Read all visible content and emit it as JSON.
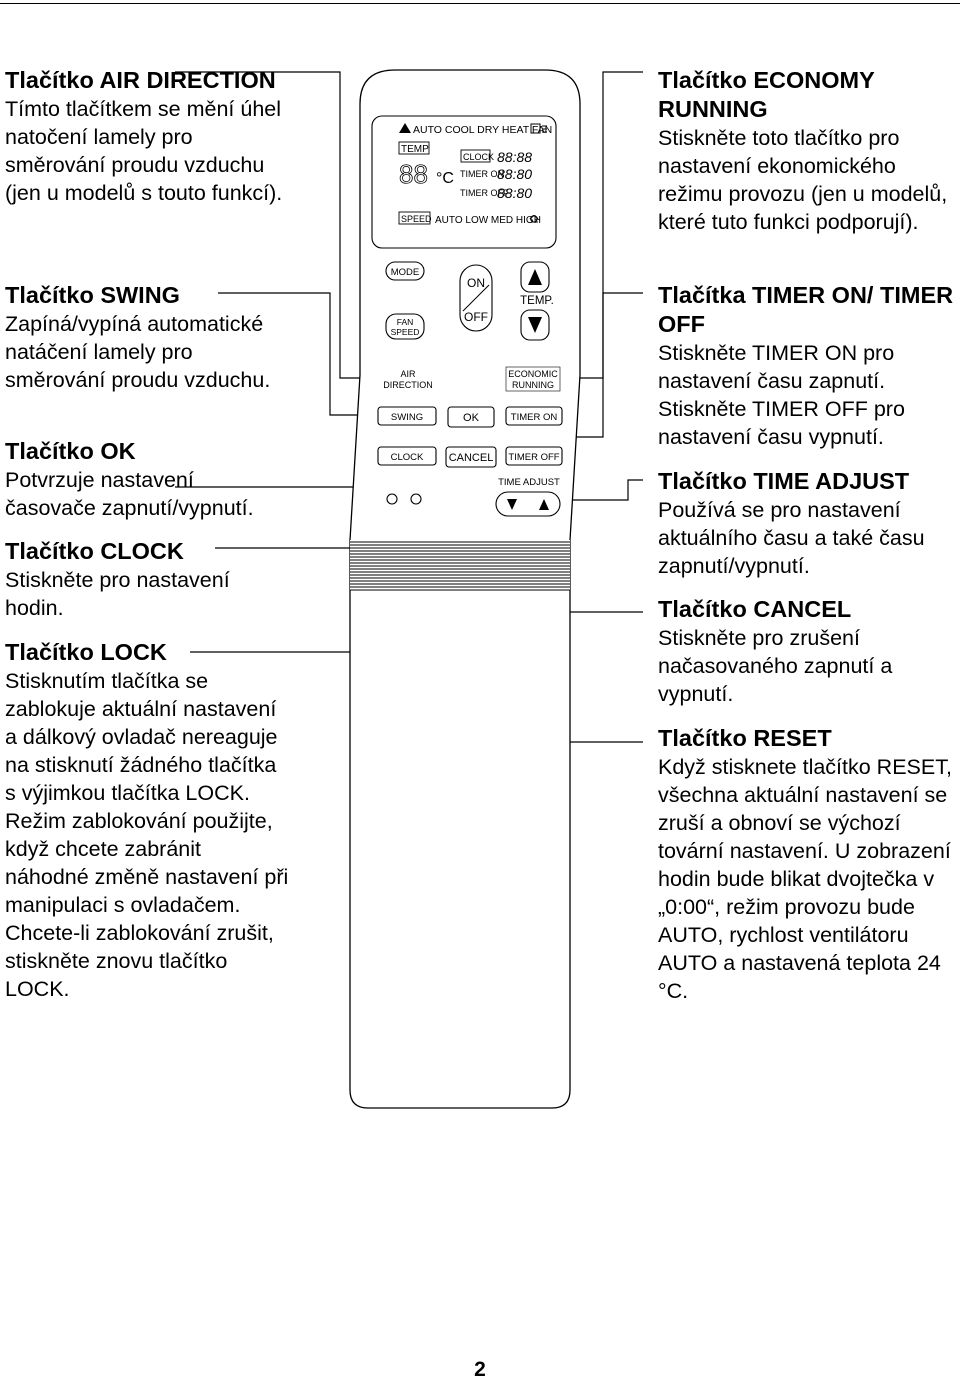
{
  "left": [
    {
      "title": "Tlačítko AIR DIRECTION",
      "body": "Tímto tlačítkem se mění úhel natočení lamely pro směrování proudu vzduchu (jen u modelů s touto funkcí)."
    },
    {
      "title": "Tlačítko SWING",
      "body": "Zapíná/vypíná automatické natáčení lamely pro směrování proudu vzduchu."
    },
    {
      "title": "Tlačítko OK",
      "body": "Potvrzuje nastavení časovače zapnutí/vypnutí."
    },
    {
      "title": "Tlačítko CLOCK",
      "body": "Stiskněte pro nastavení hodin."
    },
    {
      "title": "Tlačítko LOCK",
      "body": "Stisknutím tlačítka se zablokuje aktuální nastavení a dálkový ovladač nereaguje na stisknutí žádného tlačítka s výjimkou tlačítka LOCK. Režim zablokování použijte, když chcete zabránit náhodné změně nastavení při manipulaci s ovladačem. Chcete-li zablokování zrušit, stiskněte znovu tlačítko LOCK."
    }
  ],
  "right": [
    {
      "title": "Tlačítko ECONOMY RUNNING",
      "body": "Stiskněte toto tlačítko pro nastavení ekonomického režimu provozu (jen u modelů, které tuto funkci podporují)."
    },
    {
      "title": "Tlačítka TIMER ON/ TIMER OFF",
      "body": "Stiskněte TIMER ON pro nastavení času zapnutí. Stiskněte TIMER OFF pro nastavení času vypnutí."
    },
    {
      "title": "Tlačítko TIME ADJUST",
      "body": "Používá se pro nastavení aktuálního času a také času zapnutí/vypnutí."
    },
    {
      "title": "Tlačítko CANCEL",
      "body": "Stiskněte pro zrušení načasovaného zapnutí a vypnutí."
    },
    {
      "title": "Tlačítko RESET",
      "body": "Když stisknete tlačítko RESET, všechna aktuální nastavení se zruší a obnoví se výchozí tovární nastavení. U zobrazení hodin bude blikat dvojtečka v „0:00“, režim provozu bude AUTO, rychlost ventilátoru AUTO a nastavená teplota 24 °C."
    }
  ],
  "remote": {
    "display": {
      "modes": "AUTO COOL DRY HEAT FAN",
      "temp_label": "TEMP",
      "temp_digits": "88",
      "celsius": "°C",
      "clock_label": "CLOCK",
      "clock_digits": "88:88",
      "timer_on_label": "TIMER ON",
      "timer_on_digits": "88:80",
      "timer_off_label": "TIMER OFF",
      "timer_off_digits": "88:80",
      "speed_label": "SPEED",
      "speed_levels": "AUTO LOW MED HIGH"
    },
    "buttons": {
      "mode": "MODE",
      "fan_speed_1": "FAN",
      "fan_speed_2": "SPEED",
      "on": "ON",
      "off": "OFF",
      "temp": "TEMP.",
      "air_direction_1": "AIR",
      "air_direction_2": "DIRECTION",
      "economic_1": "ECONOMIC",
      "economic_2": "RUNNING",
      "swing": "SWING",
      "ok": "OK",
      "timer_on": "TIMER ON",
      "clock": "CLOCK",
      "cancel": "CANCEL",
      "timer_off": "TIMER OFF",
      "time_adjust": "TIME ADJUST"
    }
  },
  "page_number": "2"
}
